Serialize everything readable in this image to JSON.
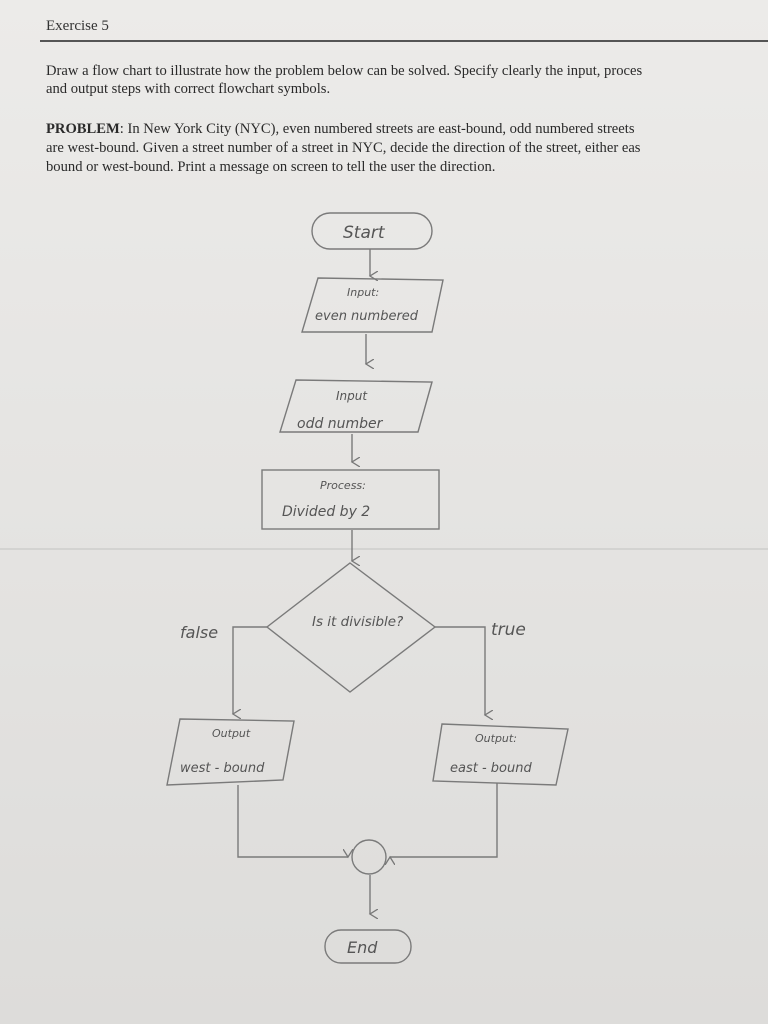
{
  "header": {
    "title": "Exercise 5"
  },
  "instructions": "Draw a flow chart to illustrate how the problem below can be solved. Specify clearly the input, proces\nand output steps with correct flowchart symbols.",
  "problem": {
    "label": "PROBLEM",
    "text": ": In New York City (NYC), even numbered streets are east-bound, odd numbered streets\nare west-bound. Given a street number of a street in NYC, decide the direction of the street, either eas\nbound or west-bound. Print a message on screen to tell the user the direction."
  },
  "flowchart": {
    "start": "Start",
    "input1": {
      "title": "Input:",
      "value": "even numbered"
    },
    "input2": {
      "title": "Input",
      "value": "odd number"
    },
    "process": {
      "title": "Process:",
      "value": "Divided by 2"
    },
    "decision": "Is it divisible?",
    "false_label": "false",
    "true_label": "true",
    "output_false": {
      "title": "Output",
      "value": "west - bound"
    },
    "output_true": {
      "title": "Output:",
      "value": "east - bound"
    },
    "end": "End"
  }
}
